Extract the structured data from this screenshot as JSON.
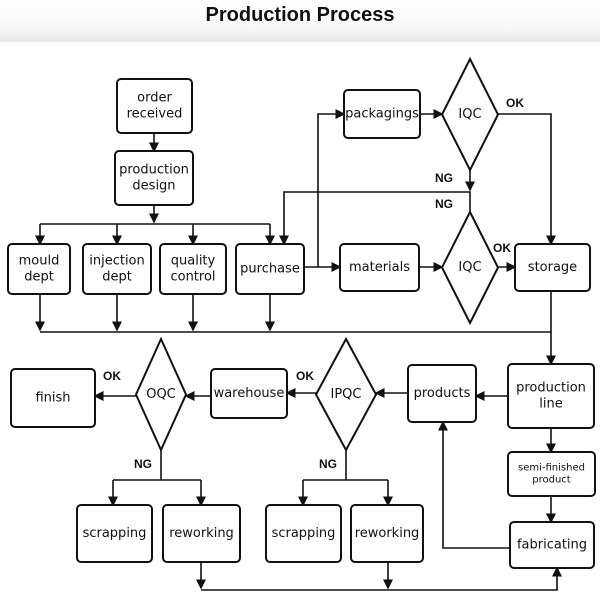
{
  "title": "Production Process",
  "nodes": {
    "order_received": [
      "order",
      "received"
    ],
    "production_design": [
      "production",
      "design"
    ],
    "mould_dept": [
      "mould",
      "dept"
    ],
    "injection_dept": [
      "injection",
      "dept"
    ],
    "quality_control": [
      "quality",
      "control"
    ],
    "purchase": [
      "purchase"
    ],
    "packagings": [
      "packagings"
    ],
    "iqc_top": [
      "IQC"
    ],
    "materials": [
      "materials"
    ],
    "iqc_mid": [
      "IQC"
    ],
    "storage": [
      "storage"
    ],
    "production_line": [
      "production",
      "line"
    ],
    "products": [
      "products"
    ],
    "ipqc": [
      "IPQC"
    ],
    "warehouse": [
      "warehouse"
    ],
    "oqc": [
      "OQC"
    ],
    "finish": [
      "finish"
    ],
    "semi_finished": [
      "semi-finished",
      "product"
    ],
    "fabricating": [
      "fabricating"
    ],
    "scrapping_left": [
      "scrapping"
    ],
    "reworking_left": [
      "reworking"
    ],
    "scrapping_right": [
      "scrapping"
    ],
    "reworking_right": [
      "reworking"
    ]
  },
  "edge_labels": {
    "iqc_top_ok": "OK",
    "iqc_top_ng": "NG",
    "iqc_mid_ng": "NG",
    "iqc_mid_ok": "OK",
    "ipqc_ok": "OK",
    "ipqc_ng": "NG",
    "oqc_ok": "OK",
    "oqc_ng": "NG"
  }
}
